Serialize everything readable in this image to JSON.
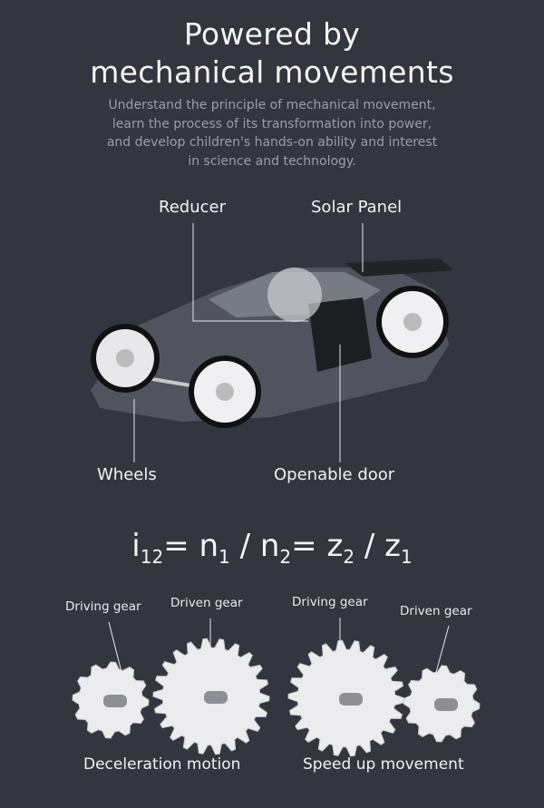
{
  "title": {
    "line1": "Powered by",
    "line2": "mechanical movements"
  },
  "subtitle": {
    "lines": [
      "Understand the principle of mechanical movement,",
      "learn the process of its transformation into power,",
      "and develop children's hands-on ability and interest",
      "in science and technology."
    ]
  },
  "car_labels": {
    "reducer": "Reducer",
    "solar_panel": "Solar Panel",
    "wheels": "Wheels",
    "door": "Openable door"
  },
  "formula": {
    "i": "i",
    "i_sub": "12",
    "eq1": "= n",
    "n1_sub": "1",
    "slash1": " / ",
    "n2": "n",
    "n2_sub": "2",
    "eq2": "= z",
    "z2_sub": "2",
    "slash2": " / ",
    "z1": "z",
    "z1_sub": "1"
  },
  "gears": {
    "left": {
      "driving": "Driving gear",
      "driven": "Driven gear",
      "caption": "Deceleration motion"
    },
    "right": {
      "driving": "Driving gear",
      "driven": "Driven gear",
      "caption": "Speed up movement"
    }
  },
  "colors": {
    "background": "#33363f",
    "text": "#f2f2f2",
    "muted": "#9c9ea5"
  }
}
